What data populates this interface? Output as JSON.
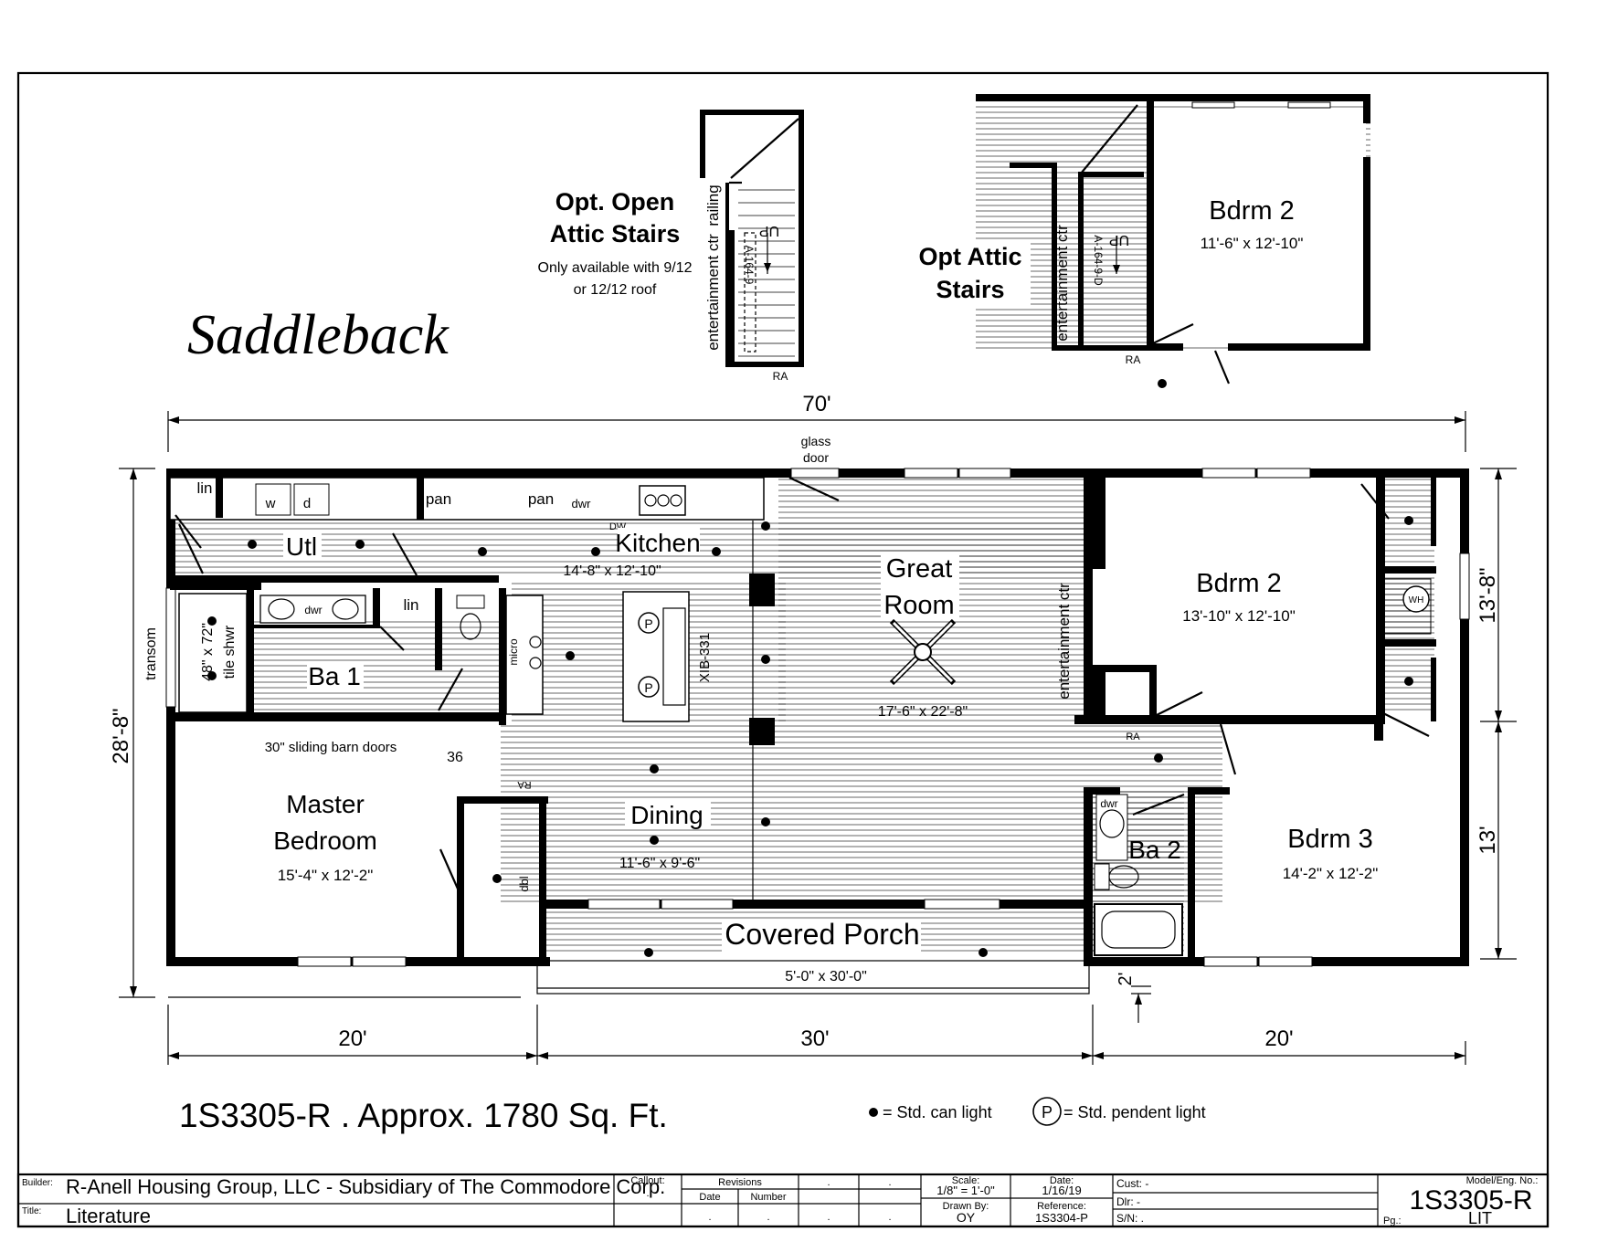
{
  "title": "Saddleback",
  "plan": {
    "overall_width": "70'",
    "overall_depth": "28'-8\"",
    "left_height_label": "transom",
    "right_dims": [
      "13'-8\"",
      "13'"
    ],
    "porch_offset": "2'",
    "bottom_dims": [
      "20'",
      "30'",
      "20'"
    ],
    "rooms": {
      "utl": "Utl",
      "kitchen": "Kitchen",
      "kitchen_size": "14'-8\" x 12'-10\"",
      "great_room_1": "Great",
      "great_room_2": "Room",
      "great_room_size": "17'-6\" x 22'-8\"",
      "bdrm2": "Bdrm 2",
      "bdrm2_size": "13'-10\" x 12'-10\"",
      "ba1": "Ba 1",
      "master_1": "Master",
      "master_2": "Bedroom",
      "master_size": "15'-4\" x 12'-2\"",
      "dining": "Dining",
      "dining_size": "11'-6\" x 9'-6\"",
      "porch": "Covered Porch",
      "porch_size": "5'-0\" x 30'-0\"",
      "ba2": "Ba 2",
      "bdrm3": "Bdrm 3",
      "bdrm3_size": "14'-2\" x 12'-2\""
    },
    "labels": {
      "glass_door_1": "glass",
      "glass_door_2": "door",
      "lin": "lin",
      "lin2": "lin",
      "pan": "pan",
      "pan2": "pan",
      "dwr": "dwr",
      "dwr_bath": "dwr",
      "dwr_ba2": "dwr",
      "dw": "DW",
      "w": "w",
      "d": "d",
      "shower_1": "48\" x 72\"",
      "shower_2": "tile shwr",
      "micro": "micro",
      "island": "XIB-331",
      "ent_ctr": "entertainment ctr",
      "wh": "WH",
      "ra": "RA",
      "ra2": "RA",
      "barn_doors": "30\" sliding barn doors",
      "num36": "36",
      "dbl": "dbl",
      "pendant": "P"
    },
    "model": "1S3305-R .  Approx. 1780 Sq. Ft.",
    "legend_can": "= Std. can light",
    "legend_pendant": "= Std. pendent light"
  },
  "insets": {
    "open_title_1": "Opt. Open",
    "open_title_2": "Attic Stairs",
    "open_note_1": "Only available with 9/12",
    "open_note_2": "or 12/12 roof",
    "railing": "railing",
    "ent_ctr": "entertainment ctr",
    "stair_code_1": "A-164-9",
    "stair_code_2": "A-164-9-D",
    "up": "UP",
    "ra": "RA",
    "attic_title_1": "Opt Attic",
    "attic_title_2": "Stairs",
    "bdrm2": "Bdrm 2",
    "bdrm2_size": "11'-6\" x 12'-10\""
  },
  "title_block": {
    "builder_label": "Builder:",
    "builder": "R-Anell Housing Group, LLC - Subsidiary of The Commodore Corp.",
    "title_label": "Title:",
    "title": "Literature",
    "callout_label": "Callout:",
    "callout": ".",
    "revisions": "Revisions",
    "date_col": "Date",
    "number_col": "Number",
    "dot": ".",
    "scale_label": "Scale:",
    "scale": "1/8\" = 1'-0\"",
    "date_label": "Date:",
    "date": "1/16/19",
    "drawn_label": "Drawn By:",
    "drawn": "OY",
    "reference_label": "Reference:",
    "reference": "1S3304-P",
    "cust": "Cust: -",
    "dlr": "Dlr:   -",
    "sn": "S/N:   .",
    "model_label": "Model/Eng. No.:",
    "model": "1S3305-R",
    "pg_label": "Pg.:",
    "pg": "LIT"
  }
}
